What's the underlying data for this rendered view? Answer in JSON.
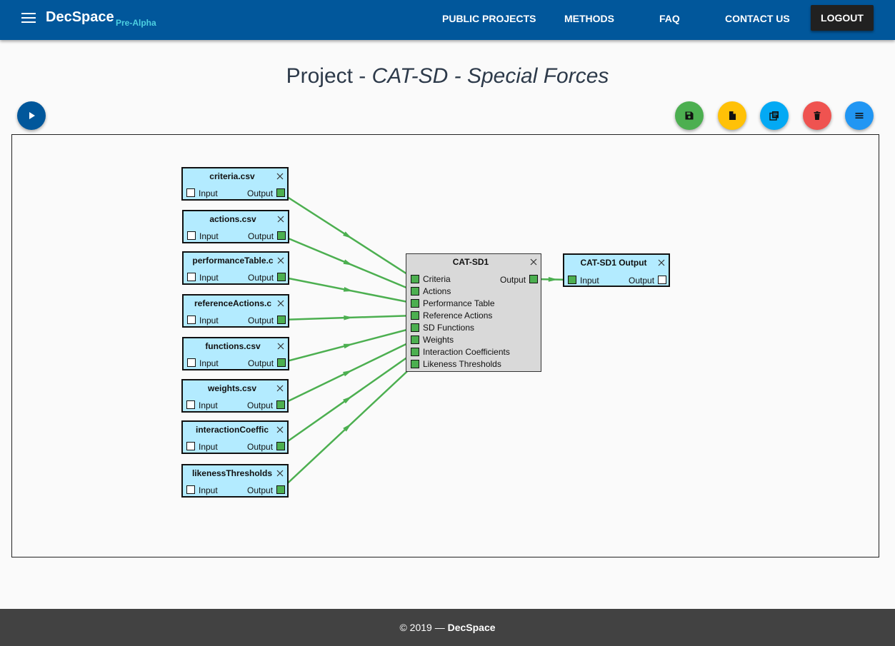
{
  "header": {
    "brand": "DecSpace",
    "brand_sub": "Pre-Alpha",
    "nav": [
      "PUBLIC PROJECTS",
      "METHODS",
      "FAQ",
      "CONTACT US"
    ],
    "logout": "LOGOUT"
  },
  "title": {
    "prefix": "Project - ",
    "name": "CAT-SD - Special Forces"
  },
  "toolbar": {
    "run_icon": "play-icon",
    "actions": [
      {
        "icon": "save-icon",
        "color": "#4caf50"
      },
      {
        "icon": "file-icon",
        "color": "#ffc107"
      },
      {
        "icon": "library-icon",
        "color": "#03a9f4"
      },
      {
        "icon": "trash-icon",
        "color": "#ef5350"
      },
      {
        "icon": "menu-icon",
        "color": "#2196f3"
      }
    ],
    "run_color": "#01579b"
  },
  "input_nodes": [
    {
      "title": "criteria.csv",
      "input_label": "Input",
      "output_label": "Output"
    },
    {
      "title": "actions.csv",
      "input_label": "Input",
      "output_label": "Output"
    },
    {
      "title": "performanceTable.c",
      "input_label": "Input",
      "output_label": "Output"
    },
    {
      "title": "referenceActions.c",
      "input_label": "Input",
      "output_label": "Output"
    },
    {
      "title": "functions.csv",
      "input_label": "Input",
      "output_label": "Output"
    },
    {
      "title": "weights.csv",
      "input_label": "Input",
      "output_label": "Output"
    },
    {
      "title": "interactionCoeffic",
      "input_label": "Input",
      "output_label": "Output"
    },
    {
      "title": "likenessThresholds",
      "input_label": "Input",
      "output_label": "Output"
    }
  ],
  "method_node": {
    "title": "CAT-SD1",
    "output_label": "Output",
    "inputs": [
      "Criteria",
      "Actions",
      "Performance Table",
      "Reference Actions",
      "SD Functions",
      "Weights",
      "Interaction Coefficients",
      "Likeness Thresholds"
    ]
  },
  "output_node": {
    "title": "CAT-SD1 Output",
    "input_label": "Input",
    "output_label": "Output"
  },
  "colors": {
    "wire": "#4caf50",
    "node_bg": "#b3ebff",
    "method_bg": "#d9d9d9",
    "header": "#01579b"
  },
  "footer": {
    "text": "© 2019 — ",
    "brand": "DecSpace"
  }
}
